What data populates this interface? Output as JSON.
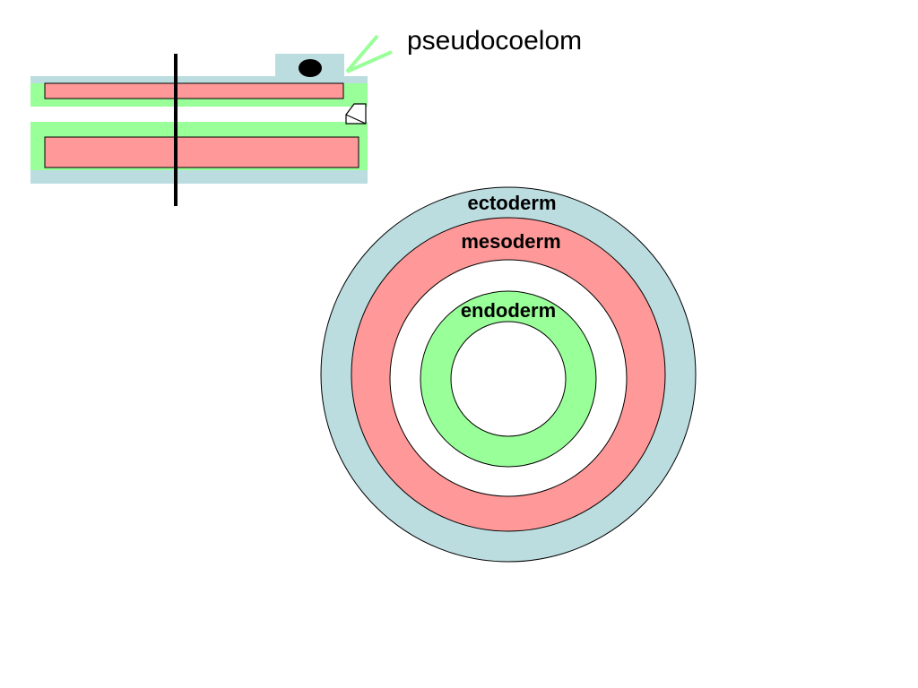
{
  "labels": {
    "pseudocoelom": "pseudocoelom",
    "ectoderm": "ectoderm",
    "mesoderm": "mesoderm",
    "endoderm": "endoderm"
  },
  "colors": {
    "ectoderm": "#bcdde0",
    "mesoderm": "#ff9999",
    "endoderm": "#99ff99",
    "cavity": "#ffffff",
    "outline": "#000000",
    "pointer": "#99ff99"
  }
}
